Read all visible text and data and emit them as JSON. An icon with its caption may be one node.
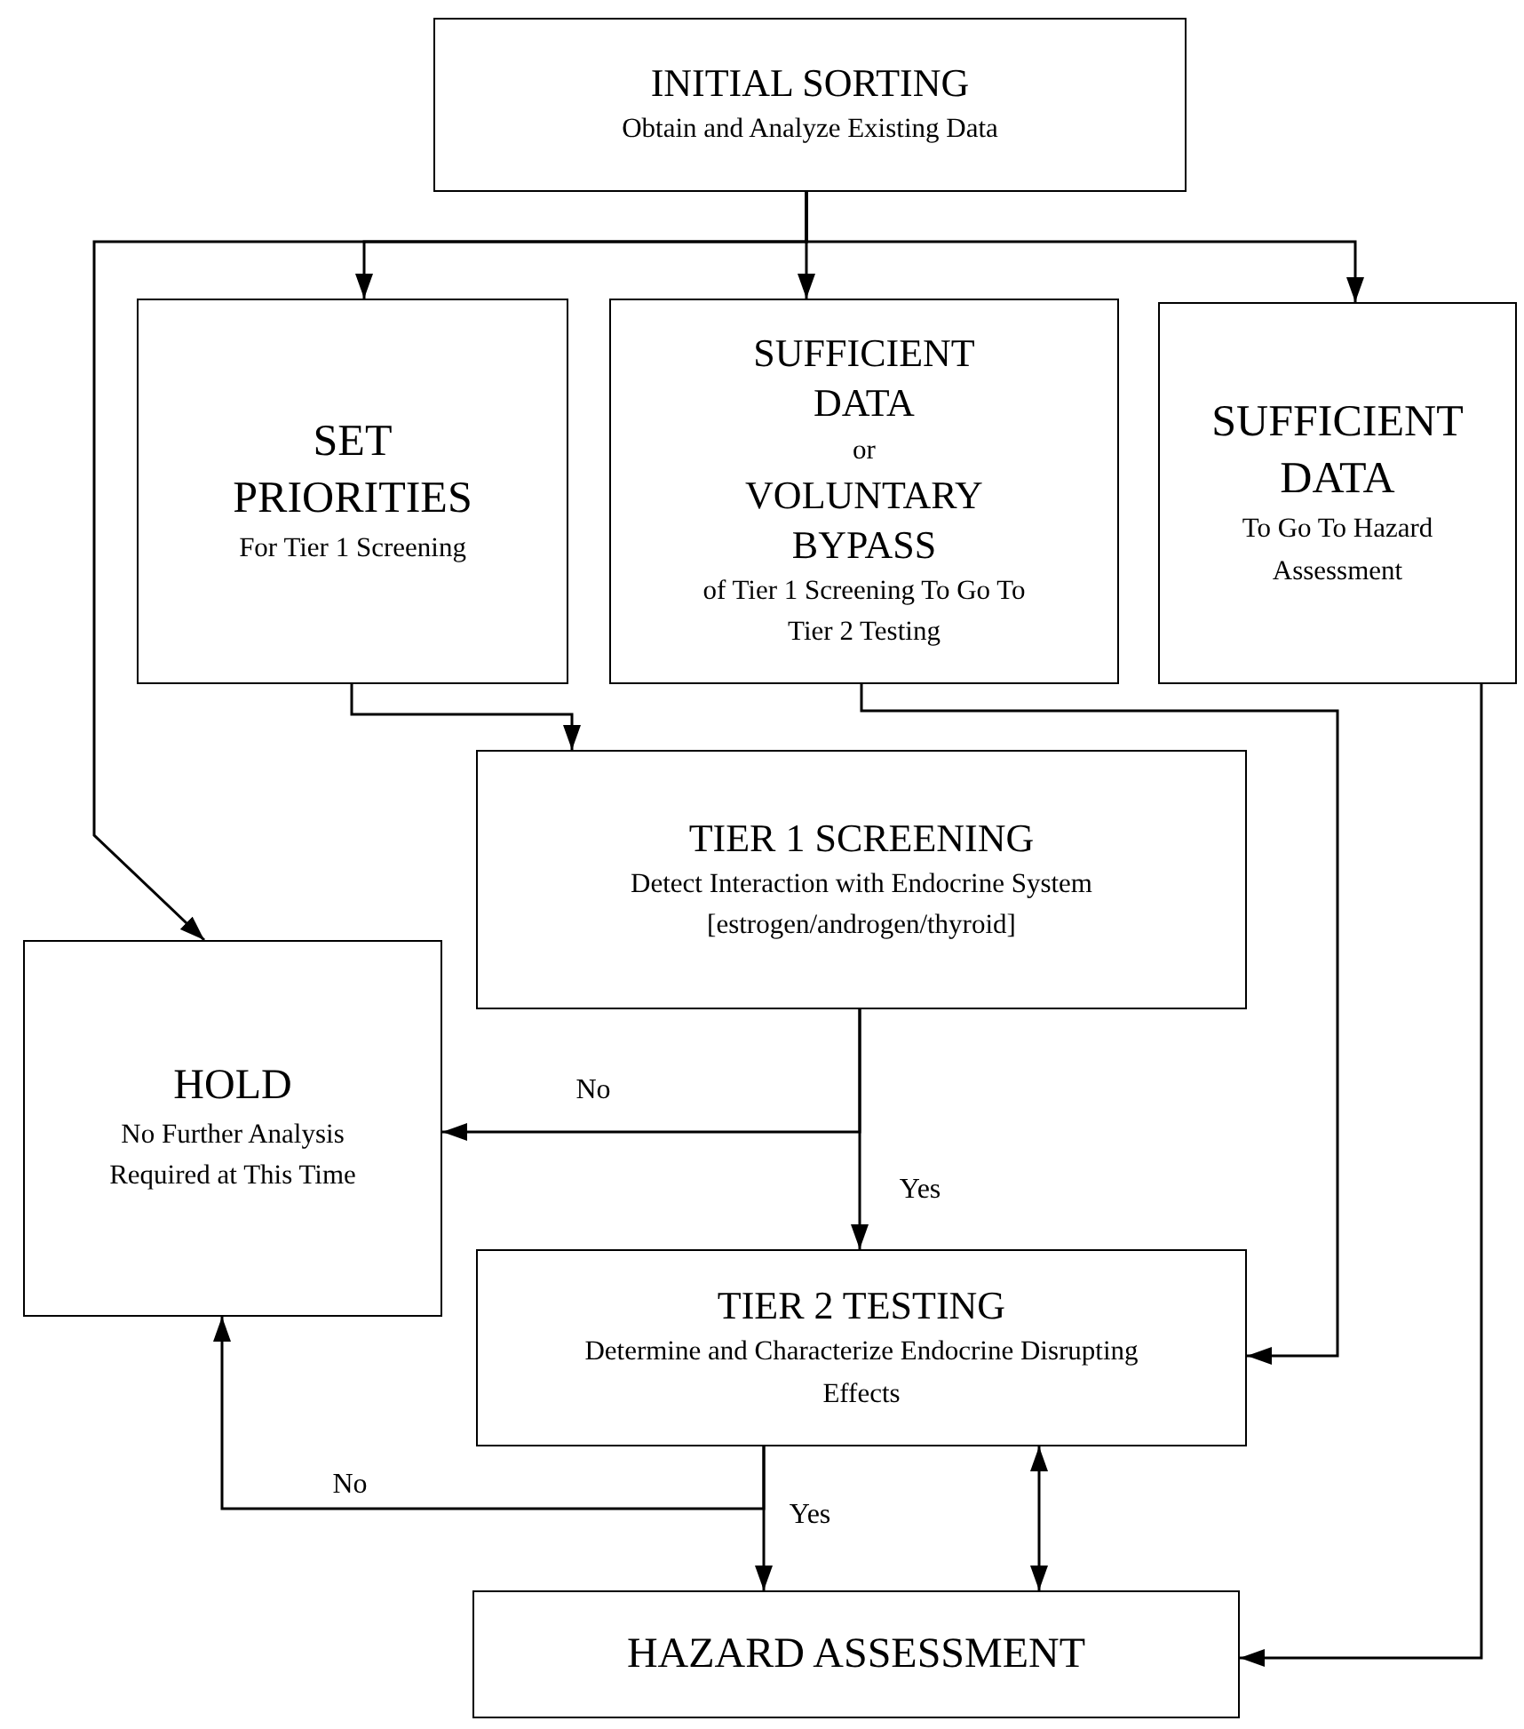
{
  "diagram": {
    "nodes": [
      {
        "text": [
          "INITIAL SORTING",
          "Obtain and Analyze Existing Data"
        ]
      },
      {
        "text": [
          "SET PRIORITIES",
          "For Tier 1 Screening"
        ]
      },
      {
        "text": [
          "SUFFICIENT DATA",
          "or",
          "VOLUNTARY BYPASS",
          "of Tier 1 Screening To Go To Tier 2 Testing"
        ]
      },
      {
        "text": [
          "SUFFICIENT DATA",
          "To Go To Hazard Assessment"
        ]
      },
      {
        "text": [
          "TIER 1 SCREENING",
          "Detect Interaction with Endocrine System [estrogen/androgen/thyroid]"
        ]
      },
      {
        "text": [
          "HOLD",
          "No Further Analysis Required at This Time"
        ]
      },
      {
        "text": [
          "TIER 2 TESTING",
          "Determine and Characterize Endocrine Disrupting Effects"
        ]
      },
      {
        "text": [
          "HAZARD ASSESSMENT"
        ]
      }
    ],
    "edges": [
      {
        "from": 0,
        "to": 1,
        "arrow": "to"
      },
      {
        "from": 0,
        "to": 2,
        "arrow": "to"
      },
      {
        "from": 0,
        "to": 3,
        "arrow": "to"
      },
      {
        "from": 0,
        "to": 5,
        "arrow": "to"
      },
      {
        "from": 1,
        "to": 4,
        "arrow": "to"
      },
      {
        "from": 2,
        "to": 6,
        "arrow": "to"
      },
      {
        "from": 3,
        "to": 7,
        "arrow": "to"
      },
      {
        "from": 4,
        "to": 5,
        "arrow": "to",
        "label": "No"
      },
      {
        "from": 4,
        "to": 6,
        "arrow": "to",
        "label": "Yes"
      },
      {
        "from": 6,
        "to": 5,
        "arrow": "to",
        "label": "No"
      },
      {
        "from": 6,
        "to": 7,
        "arrow": "to",
        "label": "Yes"
      },
      {
        "from": 6,
        "to": 7,
        "arrow": "both"
      }
    ]
  }
}
